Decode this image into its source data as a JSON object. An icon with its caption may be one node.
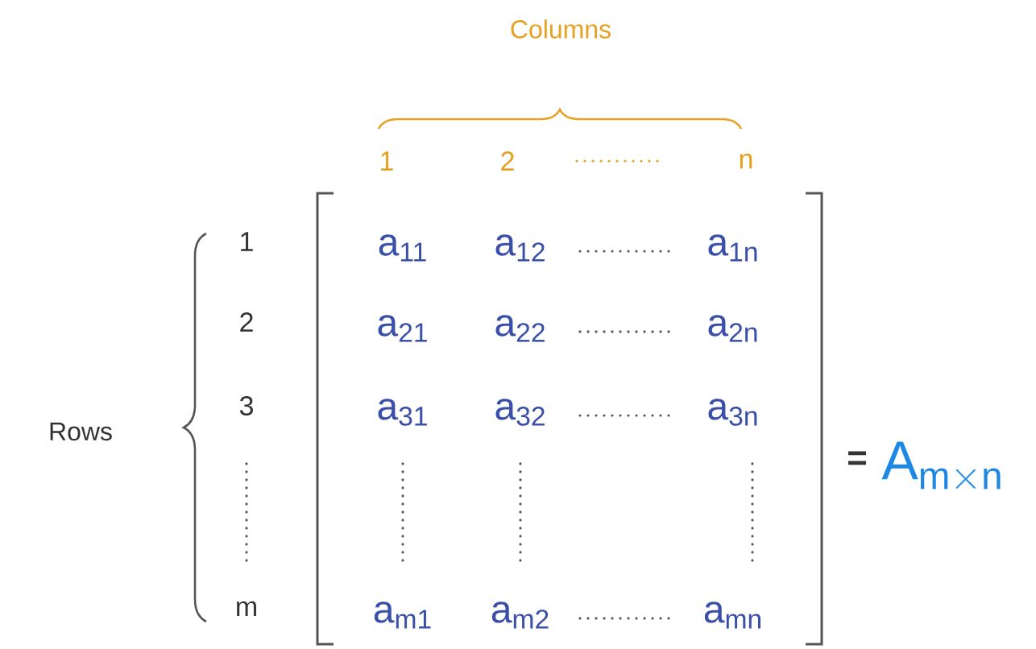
{
  "diagram": {
    "labels": [
      "Columns",
      "1",
      "2",
      "n",
      "1",
      "a$_{11}$",
      "a$_{12}$",
      "a$_{1n}$",
      "2",
      "a$_{21}$",
      "a$_{22}$",
      "a$_{2n}$",
      "3",
      "a$_{31}$",
      "a$_{32}$",
      "a$_{3n}$",
      "Rows",
      "m",
      "a$_{m1}$",
      "a$_{m2}$",
      "a$_{mn}$",
      "=",
      "\\mathrm{A}_{\\mathrm{m} \\times \\mathrm{n}}"
    ]
  }
}
